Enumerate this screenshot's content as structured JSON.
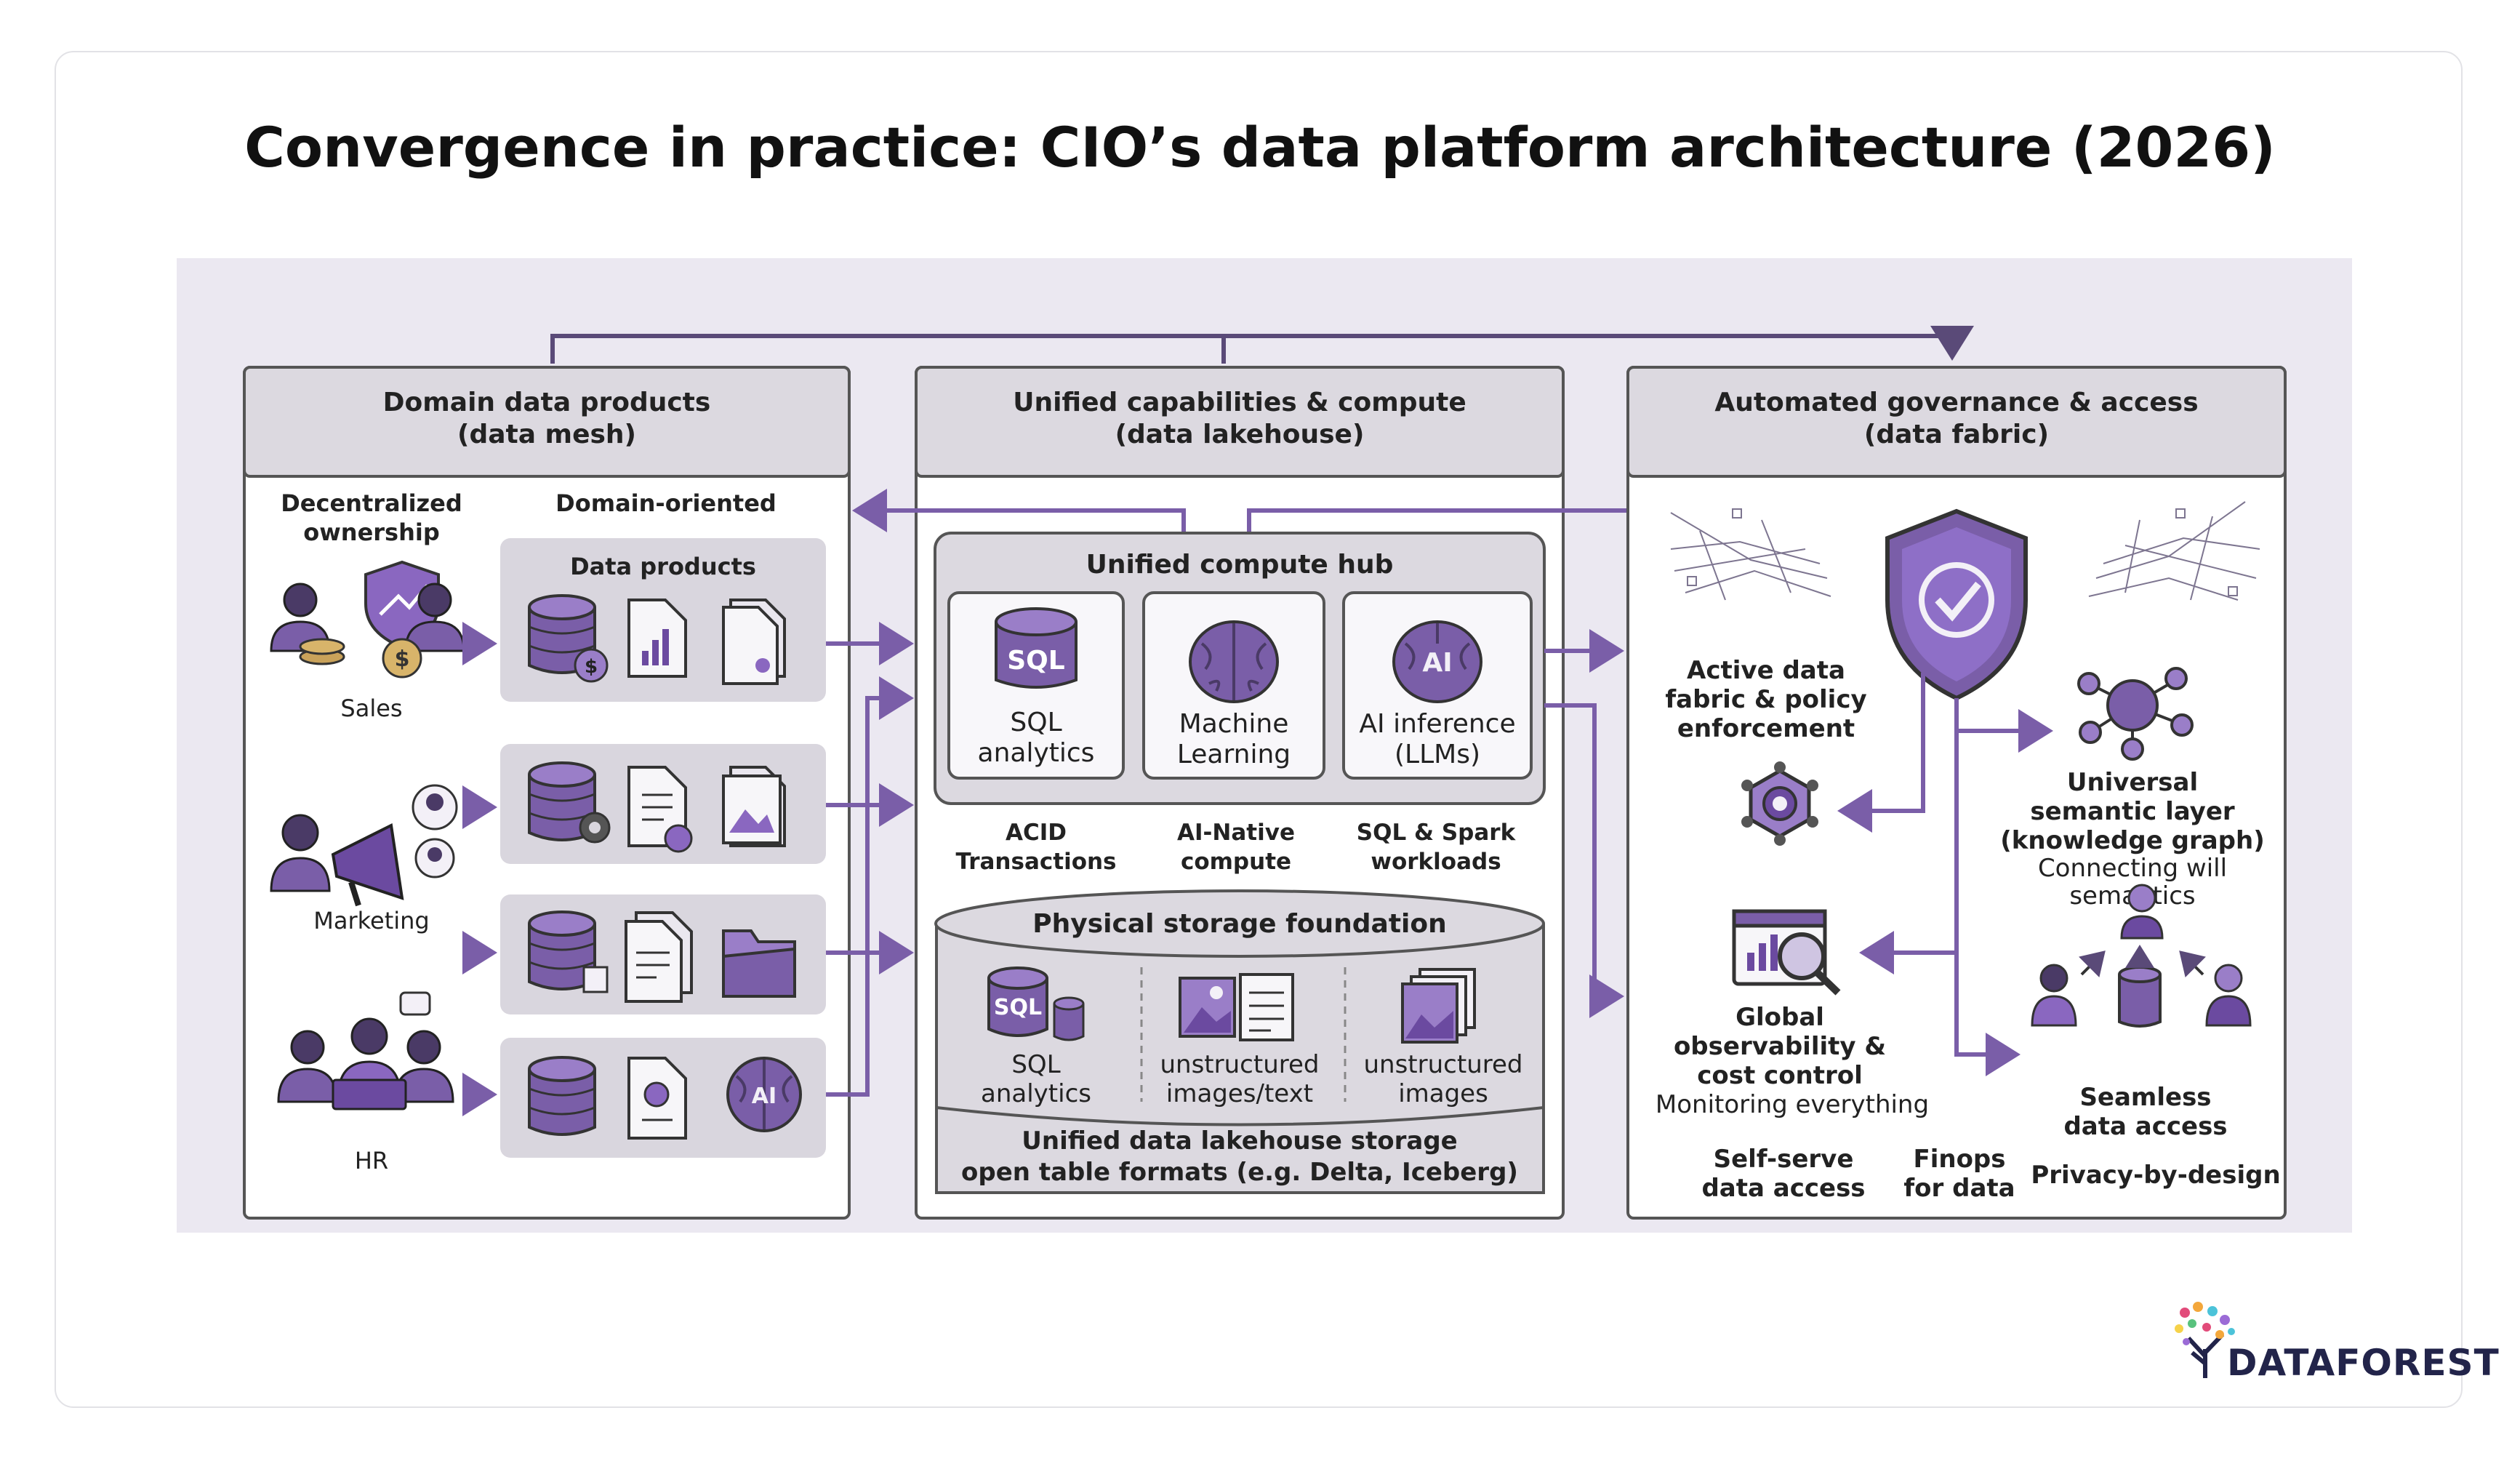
{
  "title": "Convergence in practice: CIO’s data platform architecture (2026)",
  "mesh": {
    "heading_1": "Domain data products",
    "heading_2": "(data mesh)",
    "decentralized_1": "Decentralized",
    "decentralized_2": "ownership",
    "domain_oriented": "Domain-oriented",
    "data_products": "Data products",
    "domains": [
      "Sales",
      "Marketing",
      "HR"
    ]
  },
  "lakehouse": {
    "heading_1": "Unified capabilities & compute",
    "heading_2": "(data lakehouse)",
    "hub_title": "Unified compute hub",
    "sql_badge": "SQL",
    "sql_1": "SQL",
    "sql_2": "analytics",
    "ml_1": "Machine",
    "ml_2": "Learning",
    "ai_badge": "AI",
    "ai_1": "AI inference",
    "ai_2": "(LLMs)",
    "cap_acid_1": "ACID",
    "cap_acid_2": "Transactions",
    "cap_native_1": "AI-Native",
    "cap_native_2": "compute",
    "cap_spark_1": "SQL & Spark",
    "cap_spark_2": "workloads",
    "storage_title": "Physical storage foundation",
    "st_sql_1": "SQL",
    "st_sql_2": "analytics",
    "st_unstr_1": "unstructured",
    "st_unstr_2": "images/text",
    "st_img_1": "unstructured",
    "st_img_2": "images",
    "footer_1": "Unified data lakehouse storage",
    "footer_2": "open table formats (e.g. Delta, Iceberg)"
  },
  "fabric": {
    "heading_1": "Automated governance & access",
    "heading_2": "(data fabric)",
    "active_1": "Active data",
    "active_2": "fabric & policy",
    "active_3": "enforcement",
    "sem_1": "Universal",
    "sem_2": "semantic layer",
    "sem_3": "(knowledge graph)",
    "sem_4": "Connecting will",
    "sem_5": "semantics",
    "obs_1": "Global",
    "obs_2": "observability &",
    "obs_3": "cost control",
    "obs_4": "Monitoring everything",
    "seam_1": "Seamless",
    "seam_2": "data access",
    "self_1": "Self-serve",
    "self_2": "data access",
    "fin_1": "Finops",
    "fin_2": "for data",
    "privacy": "Privacy-by-design"
  },
  "logo": {
    "text": "DATAFOREST"
  },
  "colors": {
    "accent": "#6b4aa0",
    "arrow": "#7a5ea8",
    "panel": "#ebe8f1",
    "box": "#d9d6de"
  }
}
